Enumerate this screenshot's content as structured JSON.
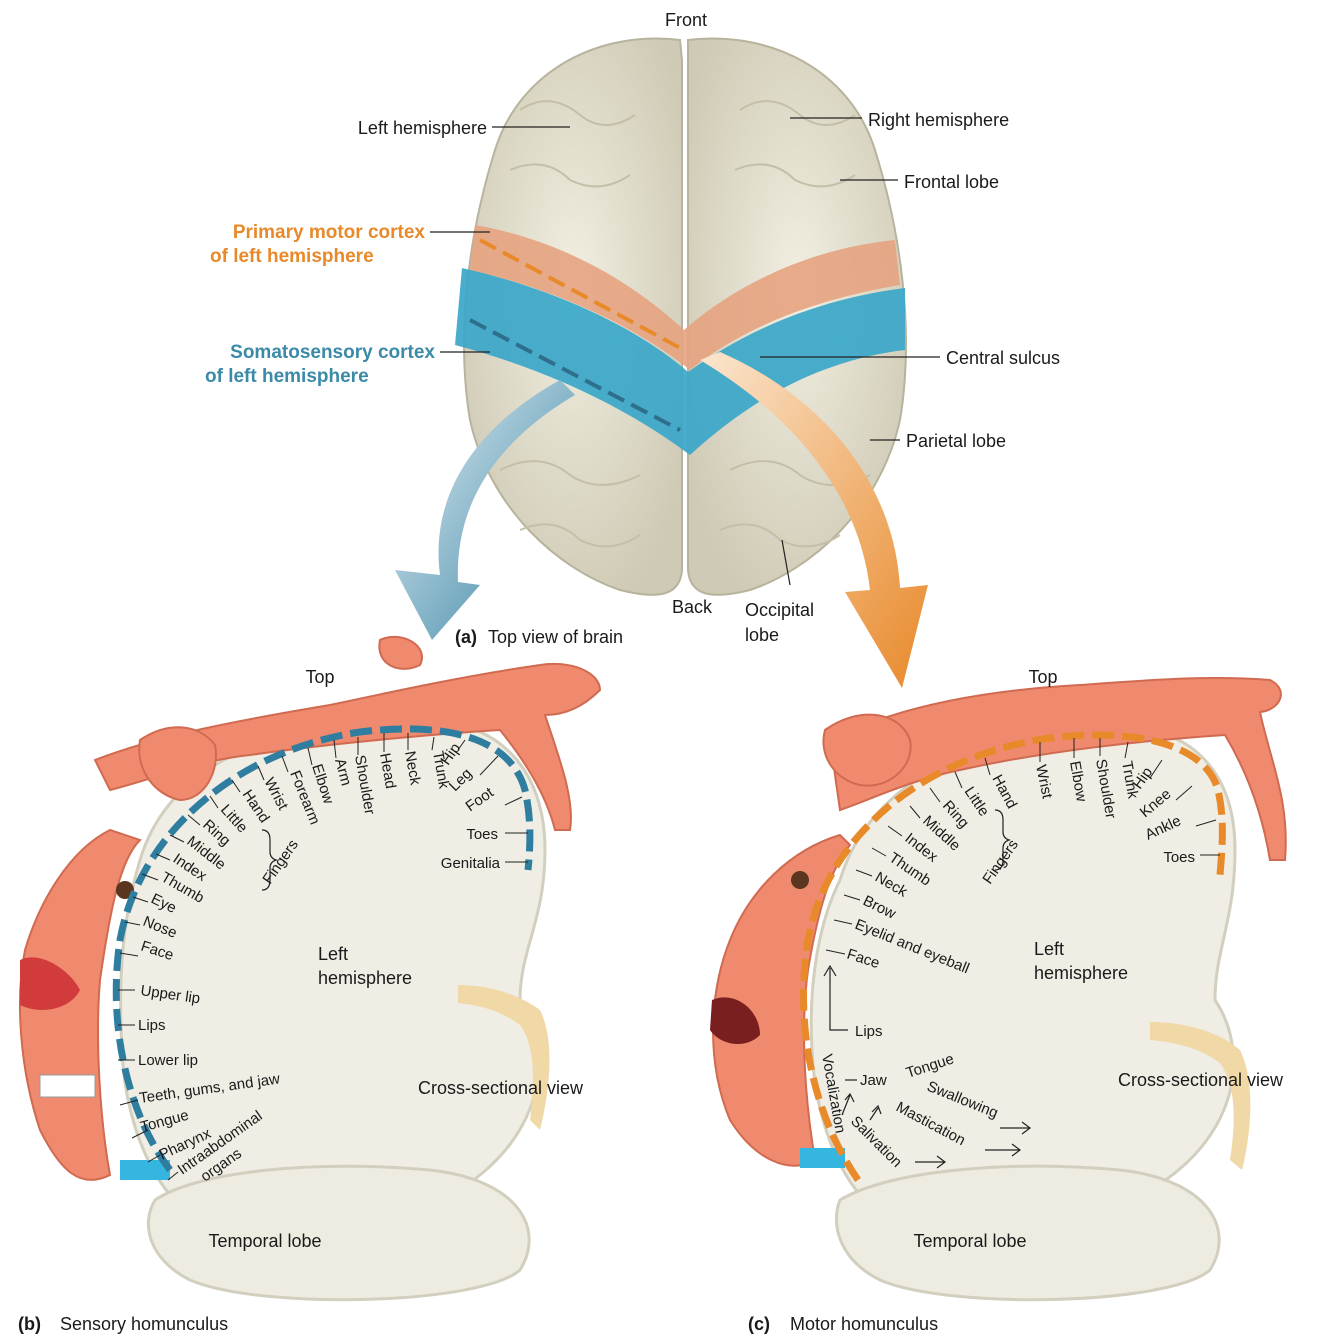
{
  "panel_a": {
    "front": "Front",
    "back": "Back",
    "left_hemisphere": "Left hemisphere",
    "right_hemisphere": "Right hemisphere",
    "frontal_lobe": "Frontal lobe",
    "motor_cortex_line1": "Primary motor cortex",
    "motor_cortex_line2": "of left hemisphere",
    "somato_line1": "Somatosensory cortex",
    "somato_line2": "of left hemisphere",
    "central_sulcus": "Central sulcus",
    "parietal_lobe": "Parietal lobe",
    "occipital_line1": "Occipital",
    "occipital_line2": "lobe",
    "caption_letter": "(a)",
    "caption_text": "Top view of brain"
  },
  "panel_b": {
    "top": "Top",
    "left_hemisphere_line1": "Left",
    "left_hemisphere_line2": "hemisphere",
    "cross_section": "Cross-sectional view",
    "temporal_lobe": "Temporal lobe",
    "caption_letter": "(b)",
    "caption_text": "Sensory homunculus",
    "fingers": "Fingers",
    "body_parts": [
      "Genitalia",
      "Toes",
      "Foot",
      "Leg",
      "Hip",
      "Trunk",
      "Neck",
      "Head",
      "Shoulder",
      "Arm",
      "Elbow",
      "Forearm",
      "Wrist",
      "Hand",
      "Little",
      "Ring",
      "Middle",
      "Index",
      "Thumb",
      "Eye",
      "Nose",
      "Face",
      "Upper lip",
      "Lips",
      "Lower lip",
      "Teeth, gums, and jaw",
      "Tongue",
      "Pharynx",
      "Intraabdominal",
      "organs"
    ]
  },
  "panel_c": {
    "top": "Top",
    "left_hemisphere_line1": "Left",
    "left_hemisphere_line2": "hemisphere",
    "cross_section": "Cross-sectional view",
    "temporal_lobe": "Temporal lobe",
    "caption_letter": "(c)",
    "caption_text": "Motor homunculus",
    "fingers": "Fingers",
    "body_parts": [
      "Toes",
      "Ankle",
      "Knee",
      "Hip",
      "Trunk",
      "Shoulder",
      "Elbow",
      "Wrist",
      "Hand",
      "Little",
      "Ring",
      "Middle",
      "Index",
      "Thumb",
      "Neck",
      "Brow",
      "Eyelid and eyeball",
      "Face",
      "Lips",
      "Jaw",
      "Tongue",
      "Vocalization",
      "Salivation",
      "Mastication",
      "Swallowing"
    ]
  },
  "colors": {
    "motor": "#e8892a",
    "sensory": "#3a8aa8",
    "skin": "#f08a6e",
    "brain": "#e6e2d2"
  }
}
